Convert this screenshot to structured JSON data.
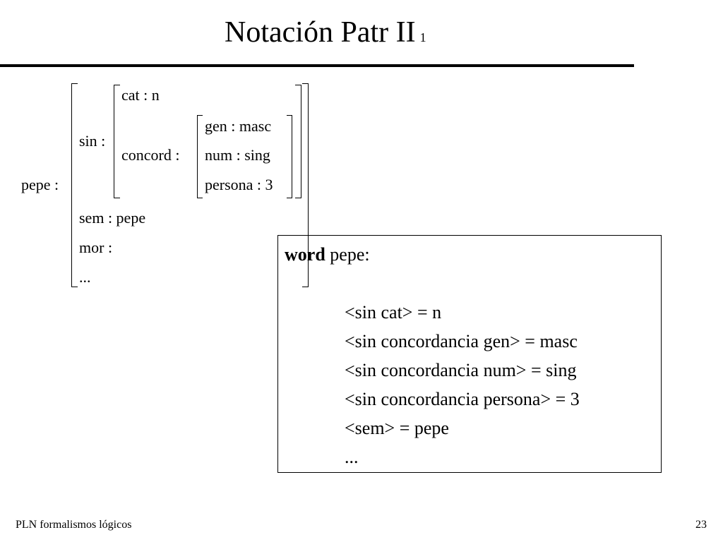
{
  "title": {
    "main": "Notación Patr II",
    "sub": "1"
  },
  "matrix": {
    "root": "pepe :",
    "sin": "sin :",
    "cat": "cat : n",
    "concord": "concord :",
    "gen": "gen : masc",
    "num": "num : sing",
    "persona": "persona : 3",
    "sem": "sem : pepe",
    "mor": "mor :",
    "ellipsis": "..."
  },
  "code": {
    "keyword": "word",
    "word_name": " pepe:",
    "lines": [
      "<sin cat> = n",
      "<sin concordancia gen> = masc",
      "<sin concordancia num> = sing",
      "<sin concordancia persona> = 3",
      "<sem> = pepe",
      "..."
    ]
  },
  "footer": {
    "left": "PLN  formalismos lógicos",
    "page": "23"
  }
}
